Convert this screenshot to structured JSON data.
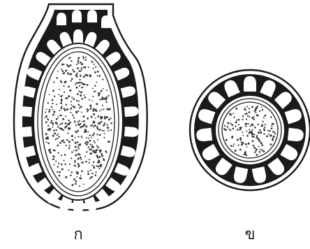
{
  "figures": [
    {
      "id": "a",
      "label": "ก",
      "shape": "oval-with-neck"
    },
    {
      "id": "b",
      "label": "ข",
      "shape": "round"
    }
  ],
  "colors": {
    "ink": "#1a1a1a",
    "paper": "#ffffff",
    "stipple": "#333333"
  }
}
